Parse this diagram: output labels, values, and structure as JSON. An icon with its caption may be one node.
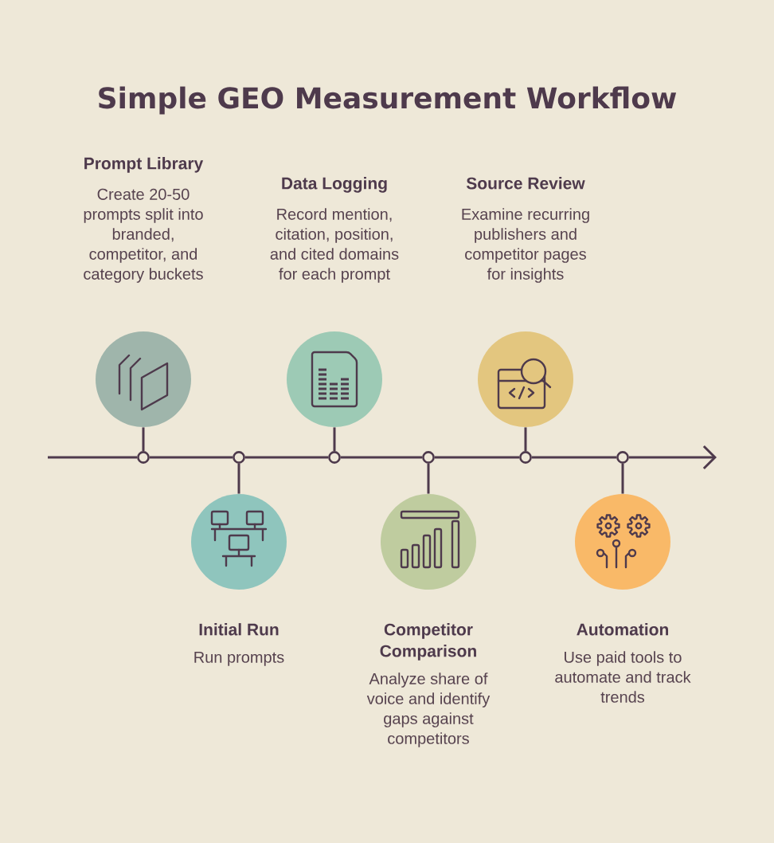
{
  "diagram": {
    "title": "Simple GEO Measurement Workflow",
    "nodes": [
      {
        "text": [
          "Prompt Library",
          "Create 20-50 prompts split into branded, competitor, and category buckets"
        ]
      },
      {
        "text": [
          "Initial Run",
          "Run prompts"
        ]
      },
      {
        "text": [
          "Data Logging",
          "Record mention, citation, position, and cited domains for each prompt"
        ]
      },
      {
        "text": [
          "Competitor Comparison",
          "Analyze share of voice and identify gaps against competitors"
        ]
      },
      {
        "text": [
          "Source Review",
          "Examine recurring publishers and competitor pages for insights"
        ]
      },
      {
        "text": [
          "Automation",
          "Use paid tools to automate and track trends"
        ]
      },
      {
        "text": [],
        "shape": "circle"
      },
      {
        "text": [],
        "shape": "circle"
      },
      {
        "text": [],
        "shape": "circle"
      },
      {
        "text": [],
        "shape": "circle"
      },
      {
        "text": [],
        "shape": "circle"
      },
      {
        "text": [],
        "shape": "circle"
      }
    ],
    "edges": [
      {
        "from": 0,
        "to": 6,
        "arrow": "none"
      },
      {
        "from": 1,
        "to": 7,
        "arrow": "none"
      },
      {
        "from": 2,
        "to": 8,
        "arrow": "none"
      },
      {
        "from": 3,
        "to": 9,
        "arrow": "none"
      },
      {
        "from": 4,
        "to": 10,
        "arrow": "none"
      },
      {
        "from": 5,
        "to": 11,
        "arrow": "none"
      },
      {
        "from": null,
        "to": 6,
        "arrow": "none"
      },
      {
        "from": 6,
        "to": 7,
        "arrow": "none"
      },
      {
        "from": 7,
        "to": 8,
        "arrow": "none"
      },
      {
        "from": 8,
        "to": 9,
        "arrow": "none"
      },
      {
        "from": 9,
        "to": 10,
        "arrow": "none"
      },
      {
        "from": 10,
        "to": 11,
        "arrow": "none"
      },
      {
        "from": 11,
        "to": null,
        "arrow": "to"
      }
    ]
  }
}
